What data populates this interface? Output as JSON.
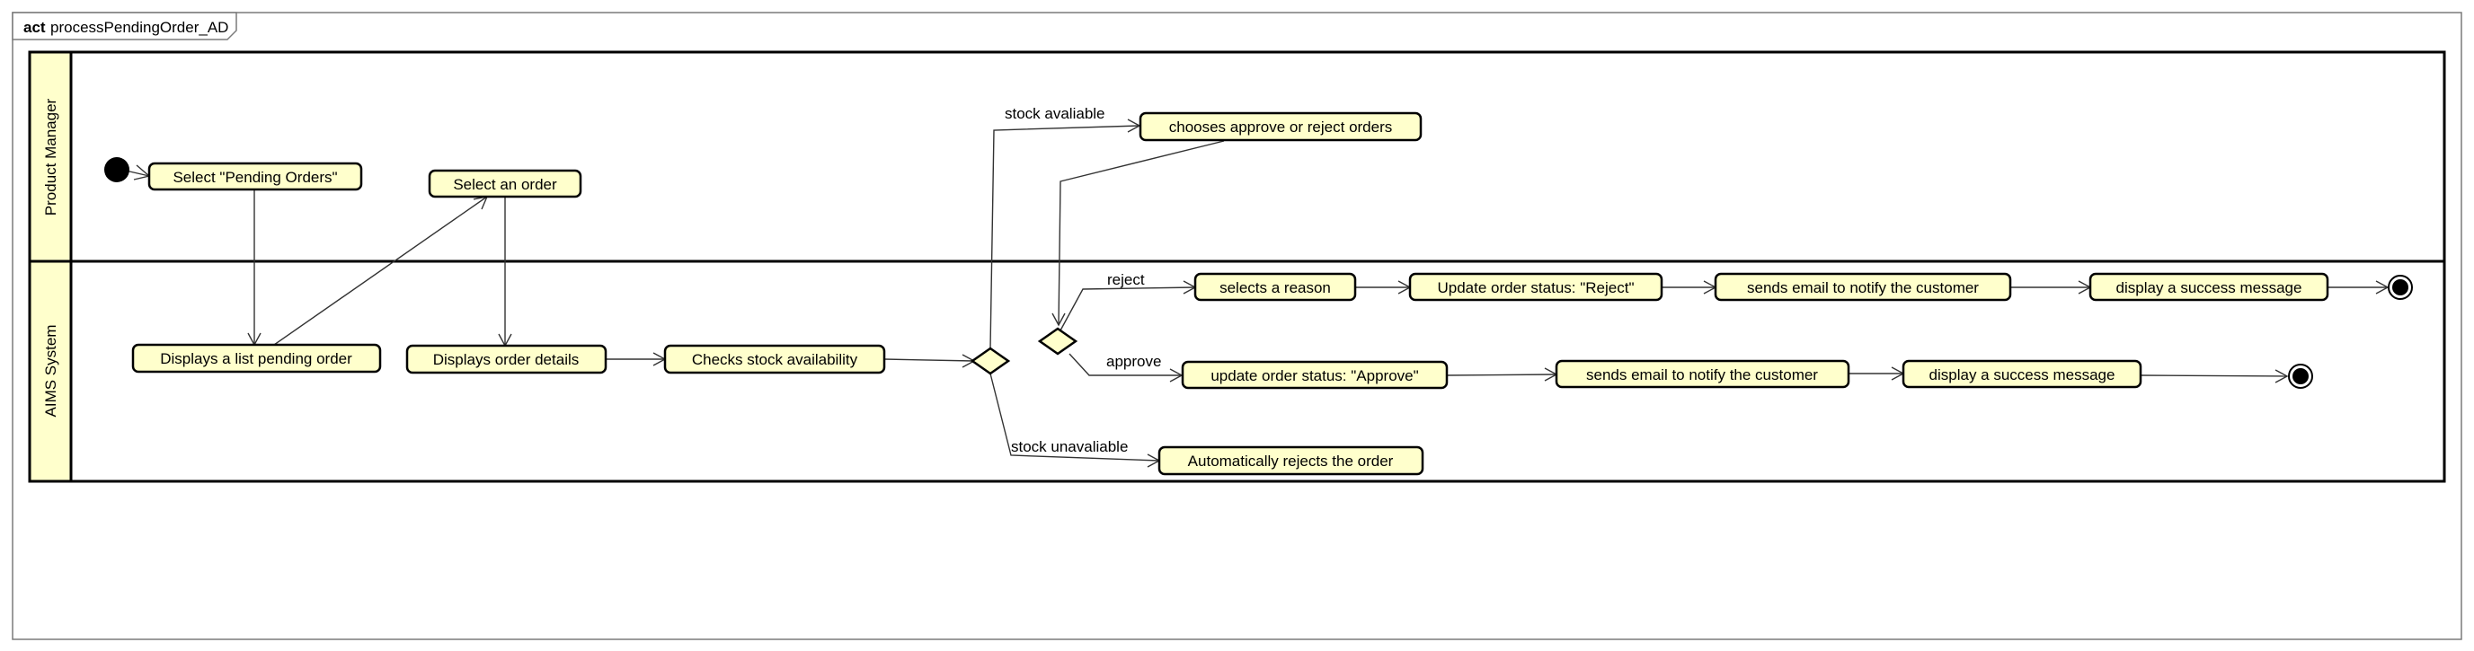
{
  "frame": {
    "keyword": "act",
    "name": "processPendingOrder_AD"
  },
  "lanes": {
    "product_manager": "Product Manager",
    "aims_system": "AIMS System"
  },
  "actions": {
    "select_pending": "Select \"Pending Orders\"",
    "display_list": "Displays a list pending order",
    "select_order": "Select an order",
    "display_details": "Displays order details",
    "check_stock": "Checks stock availability",
    "choose_approve_reject": "chooses approve or reject orders",
    "select_reason": "selects a reason",
    "update_reject": "Update order status: \"Reject\"",
    "email_reject": "sends email to notify the customer",
    "success_reject": "display a success message",
    "update_approve": "update order status: \"Approve\"",
    "email_approve": "sends email to notify the customer",
    "success_approve": "display a success message",
    "auto_reject": "Automatically rejects the order"
  },
  "guards": {
    "stock_available": "stock avaliable",
    "stock_unavailable": "stock unavaliable",
    "reject": "reject",
    "approve": "approve"
  }
}
